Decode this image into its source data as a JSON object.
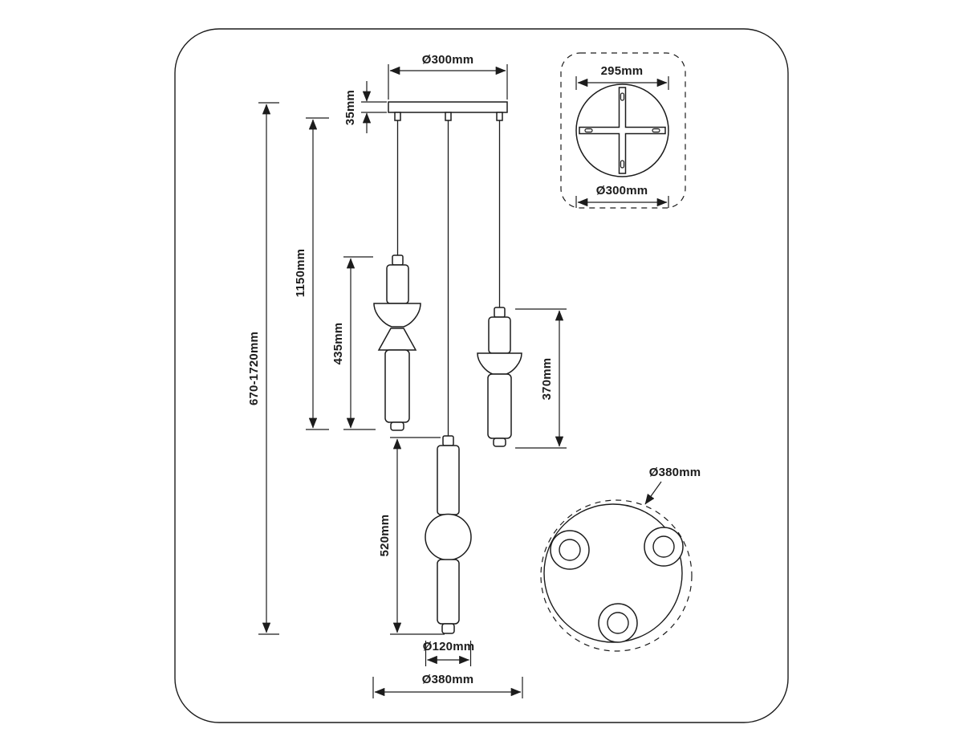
{
  "drawing": {
    "colors": {
      "line": "#1c1c1c",
      "background": "#ffffff"
    },
    "labels": {
      "canopy_width": "Ø300mm",
      "canopy_thickness": "35mm",
      "overall_height": "670-1720mm",
      "left_drop": "1150mm",
      "left_lamp_height": "435mm",
      "right_lamp_height": "370mm",
      "center_lamp_height": "520mm",
      "sphere_diameter": "Ø120mm",
      "front_spread": "Ø380mm",
      "plate_mount_width": "295mm",
      "plate_diameter": "Ø300mm",
      "bottom_spread": "Ø380mm"
    }
  }
}
